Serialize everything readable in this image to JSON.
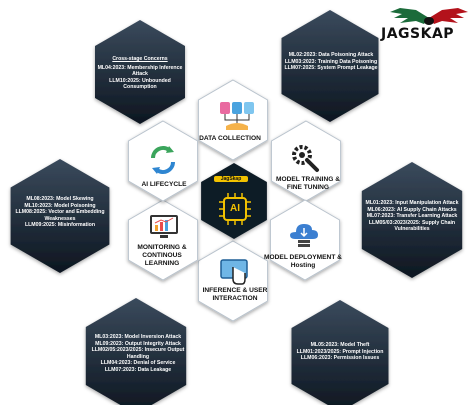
{
  "brand": {
    "name": "JAGSKAP",
    "logo_icon": "eagle-wings-logo-icon"
  },
  "center": {
    "badge": "JagSkap",
    "symbol": "AI",
    "icon": "ai-chip-icon"
  },
  "stages": {
    "data_collection": {
      "label": "DATA COLLECTION",
      "icon": "database-collection-icon"
    },
    "model_training": {
      "label": "MODEL TRAINING & FINE TUNING",
      "icon": "gear-wrench-icon"
    },
    "model_deployment": {
      "label": "MODEL DEPLOYMENT & Hosting",
      "icon": "cloud-server-icon"
    },
    "inference": {
      "label": "INFERENCE & USER INTERACTION",
      "icon": "touch-screen-icon"
    },
    "monitoring": {
      "label": "MONITORING & CONTINOUS LEARNING",
      "icon": "monitor-chart-icon"
    },
    "lifecycle": {
      "label": "AI LIFECYCLE",
      "icon": "cycle-arrows-icon"
    }
  },
  "risks": {
    "cross_stage": {
      "heading": "Cross-stage Concerns",
      "lines": [
        "ML04:2023: Membership Inference Attack",
        "LLM10:2025: Unbounded Consumption"
      ]
    },
    "data_collection": {
      "lines": [
        "ML02:2023: Data Poisoning Attack",
        "LLM03:2023: Training Data Poisoning",
        "LLM07:2025: System Prompt Leakage"
      ]
    },
    "model_training": {
      "lines": [
        "ML01:2023: Input Manipulation Attack",
        "ML06:2023: AI Supply Chain Attacks",
        "ML07:2023: Transfer Learning Attack",
        "LLM05/03:2023/2025: Supply Chain Vulnerabilities"
      ]
    },
    "model_deployment": {
      "lines": [
        "ML05:2023: Model Theft",
        "LLM01:2023/2025: Prompt Injection",
        "LLM06:2023: Permission Issues"
      ]
    },
    "inference": {
      "lines": [
        "ML03:2023: Model Inversion Attack",
        "ML09:2023: Output Integrity Attack",
        "LLM02/05:2023/2025: Insecure Output Handling",
        "LLM04:2023: Denial of Service",
        "LLM07:2023: Data Leakage"
      ]
    },
    "monitoring": {
      "lines": [
        "ML08:2023: Model Skewing",
        "ML10:2023: Model Poisoning",
        "LLM08:2025: Vector and Embedding Weaknesses",
        "LLM09:2025: Misinformation"
      ]
    }
  },
  "colors": {
    "dark_hex_top": "#3a4a5c",
    "dark_hex_bottom": "#0d1620",
    "white_hex_stroke": "#b8c2cc",
    "center_hex": "#0f1b28",
    "accent_yellow": "#f2c200"
  }
}
